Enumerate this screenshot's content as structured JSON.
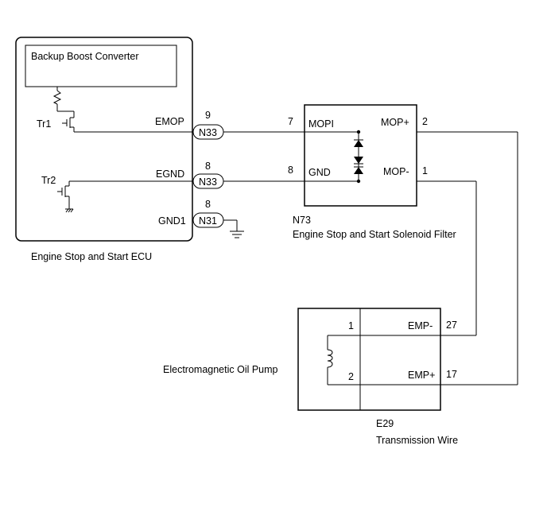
{
  "ecu": {
    "name": "Engine Stop and Start ECU",
    "inner_box_label": "Backup Boost Converter",
    "tr1": "Tr1",
    "tr2": "Tr2",
    "pins": [
      {
        "num": "9",
        "name": "EMOP",
        "connector": "N33"
      },
      {
        "num": "8",
        "name": "EGND",
        "connector": "N33"
      },
      {
        "num": "8",
        "name": "GND1",
        "connector": "N31"
      }
    ]
  },
  "filter": {
    "code": "N73",
    "name": "Engine Stop and Start Solenoid Filter",
    "pins": [
      {
        "num": "7",
        "name": "MOPI"
      },
      {
        "num": "8",
        "name": "GND"
      },
      {
        "num": "2",
        "name": "MOP+"
      },
      {
        "num": "1",
        "name": "MOP-"
      }
    ]
  },
  "pump": {
    "name": "Electromagnetic Oil Pump",
    "inner_pins": [
      "1",
      "2"
    ]
  },
  "wire": {
    "code": "E29",
    "name": "Transmission Wire",
    "pins": [
      {
        "num": "27",
        "name": "EMP-"
      },
      {
        "num": "17",
        "name": "EMP+"
      }
    ]
  }
}
